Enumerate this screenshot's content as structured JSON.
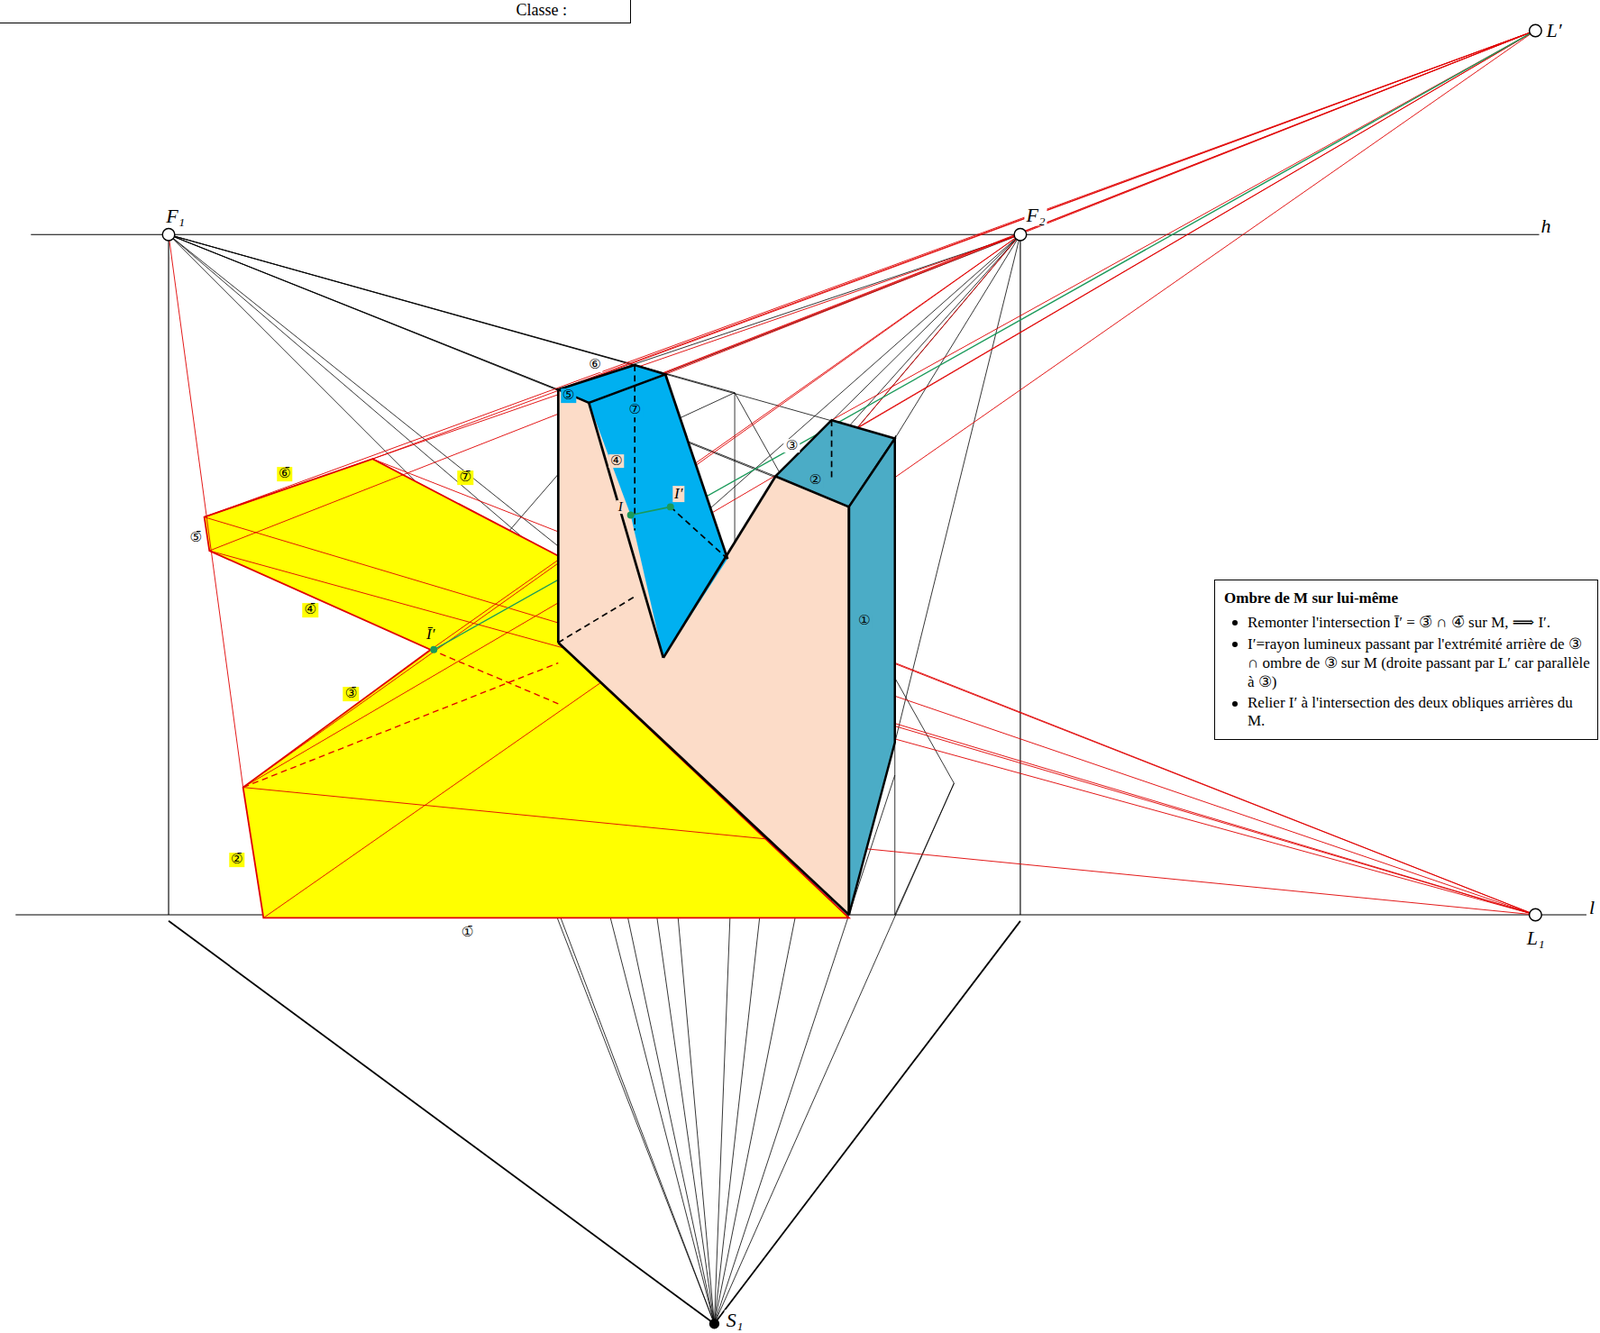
{
  "diagram": {
    "nodes": [
      {
        "text": [
          "Classe :"
        ]
      },
      {
        "text": [
          "Ombre de M sur lui-même",
          "Remonter l'intersection Ī′ = ③̄ ∩ ④̄ sur M, ⟹ I′.",
          "I′=rayon lumineux passant par l'extrémité arrière de ③ ∩ ombre de ③ sur M (droite passant par L′ car parallèle à ③)",
          "Relier I′ à l'intersection des deux obliques arrières du M."
        ]
      }
    ],
    "labels": [
      "F₁",
      "F₂",
      "h",
      "L′",
      "l",
      "L₁",
      "S₁",
      "①",
      "②",
      "③",
      "④",
      "⑤",
      "⑥",
      "⑦",
      "①̄",
      "②̄",
      "③̄",
      "④̄",
      "⑤̄",
      "⑥̄",
      "⑦̄",
      "Ī′",
      "I′",
      "I"
    ]
  }
}
